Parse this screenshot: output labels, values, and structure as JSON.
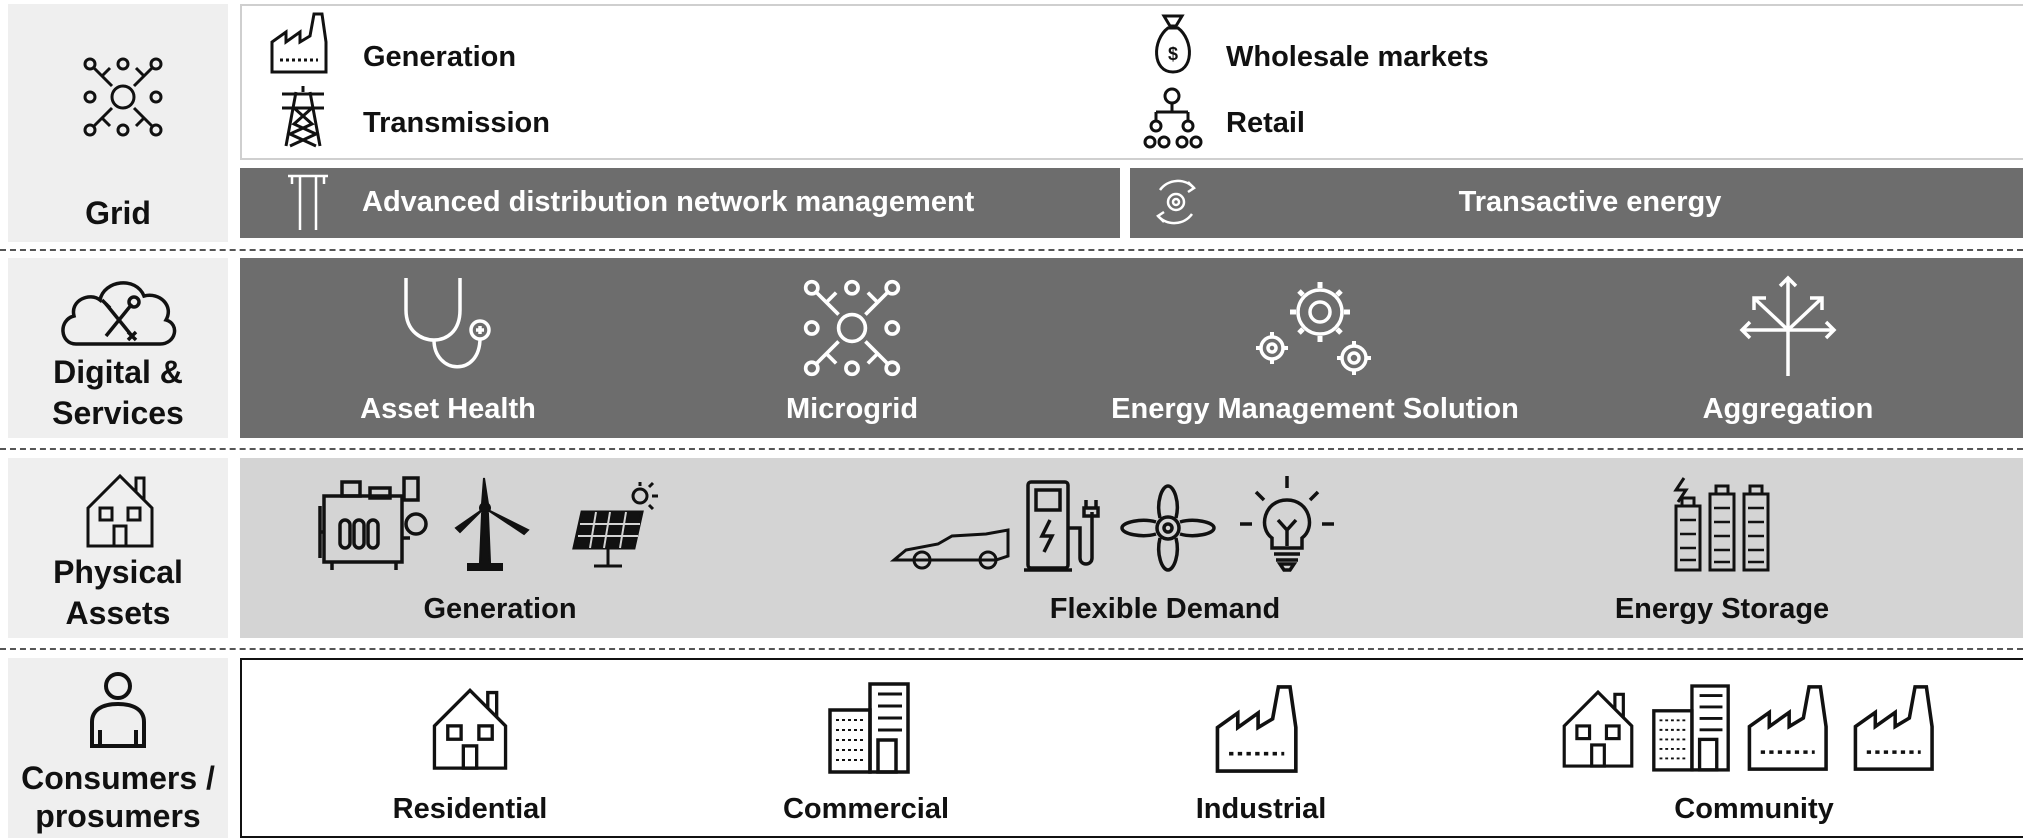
{
  "grid": {
    "label": "Grid",
    "items": {
      "generation": "Generation",
      "transmission": "Transmission",
      "wholesale": "Wholesale markets",
      "retail": "Retail"
    },
    "bars": {
      "adnm": "Advanced distribution network management",
      "transactive": "Transactive energy"
    }
  },
  "digital": {
    "label_line1": "Digital &",
    "label_line2": "Services",
    "items": [
      "Asset Health",
      "Microgrid",
      "Energy Management Solution",
      "Aggregation"
    ]
  },
  "physical": {
    "label_line1": "Physical",
    "label_line2": "Assets",
    "groups": [
      "Generation",
      "Flexible Demand",
      "Energy Storage"
    ]
  },
  "consumers": {
    "label_line1": "Consumers /",
    "label_line2": "prosumers",
    "items": [
      "Residential",
      "Commercial",
      "Industrial",
      "Community"
    ]
  },
  "colors": {
    "dark_panel": "#6d6d6d",
    "light_panel": "#d4d4d4",
    "side_panel": "#efefef"
  }
}
